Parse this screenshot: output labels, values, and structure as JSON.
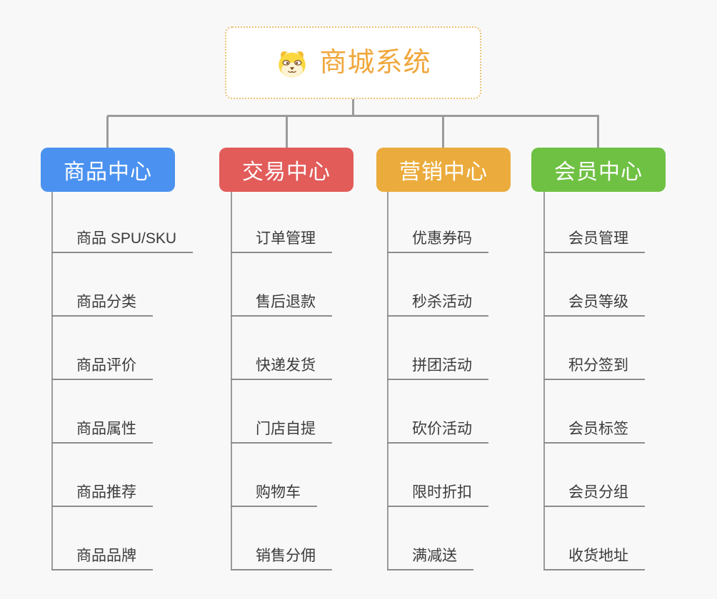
{
  "root": {
    "title": "商城系统",
    "title_color": "#f0a73c",
    "border_color": "#ecc173",
    "icon": "dog-face-icon"
  },
  "connector_color": "#9b9b9b",
  "underline_color": "#8c8c8c",
  "background_color": "#f8f8f8",
  "branches": [
    {
      "label": "商品中心",
      "color": "#4b92f0",
      "items": [
        "商品 SPU/SKU",
        "商品分类",
        "商品评价",
        "商品属性",
        "商品推荐",
        "商品品牌"
      ]
    },
    {
      "label": "交易中心",
      "color": "#e25c5a",
      "items": [
        "订单管理",
        "售后退款",
        "快递发货",
        "门店自提",
        "购物车",
        "销售分佣"
      ]
    },
    {
      "label": "营销中心",
      "color": "#ebac3d",
      "items": [
        "优惠券码",
        "秒杀活动",
        "拼团活动",
        "砍价活动",
        "限时折扣",
        "满减送"
      ]
    },
    {
      "label": "会员中心",
      "color": "#6fc143",
      "items": [
        "会员管理",
        "会员等级",
        "积分签到",
        "会员标签",
        "会员分组",
        "收货地址"
      ]
    }
  ]
}
